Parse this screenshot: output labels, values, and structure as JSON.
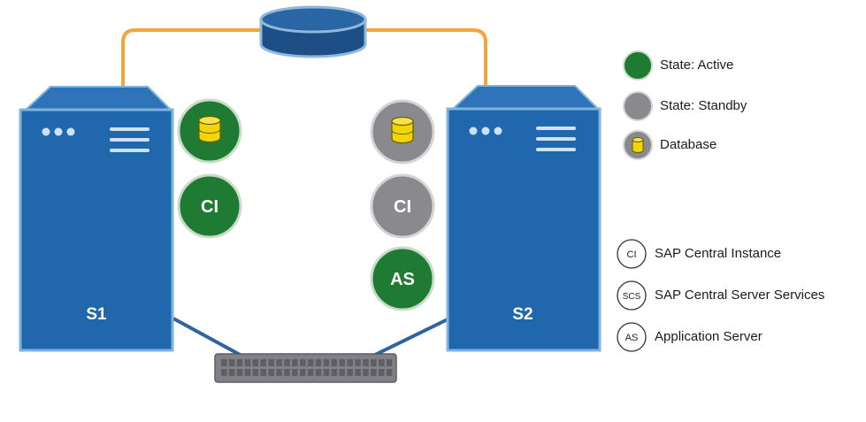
{
  "servers": {
    "s1": {
      "label": "S1"
    },
    "s2": {
      "label": "S2"
    }
  },
  "nodes": {
    "s1_ci": "CI",
    "s2_ci": "CI",
    "s2_as": "AS"
  },
  "legend": {
    "states": [
      {
        "label": "State: Active"
      },
      {
        "label": "State: Standby"
      },
      {
        "label": "Database"
      }
    ],
    "components": [
      {
        "abbr": "CI",
        "label": "SAP Central Instance"
      },
      {
        "abbr": "SCS",
        "label": "SAP Central Server Services"
      },
      {
        "abbr": "AS",
        "label": "Application Server"
      }
    ]
  },
  "colors": {
    "server_blue": "#2167ad",
    "server_border": "#7fb4e0",
    "active_green": "#1f7a33",
    "standby_gray": "#8a8a8e",
    "db_yellow": "#f2d40a",
    "link_orange": "#f0a63a",
    "network_blue": "#2e64a0",
    "storage_navy": "#1d4f86",
    "switch_gray": "#7f7f84"
  }
}
